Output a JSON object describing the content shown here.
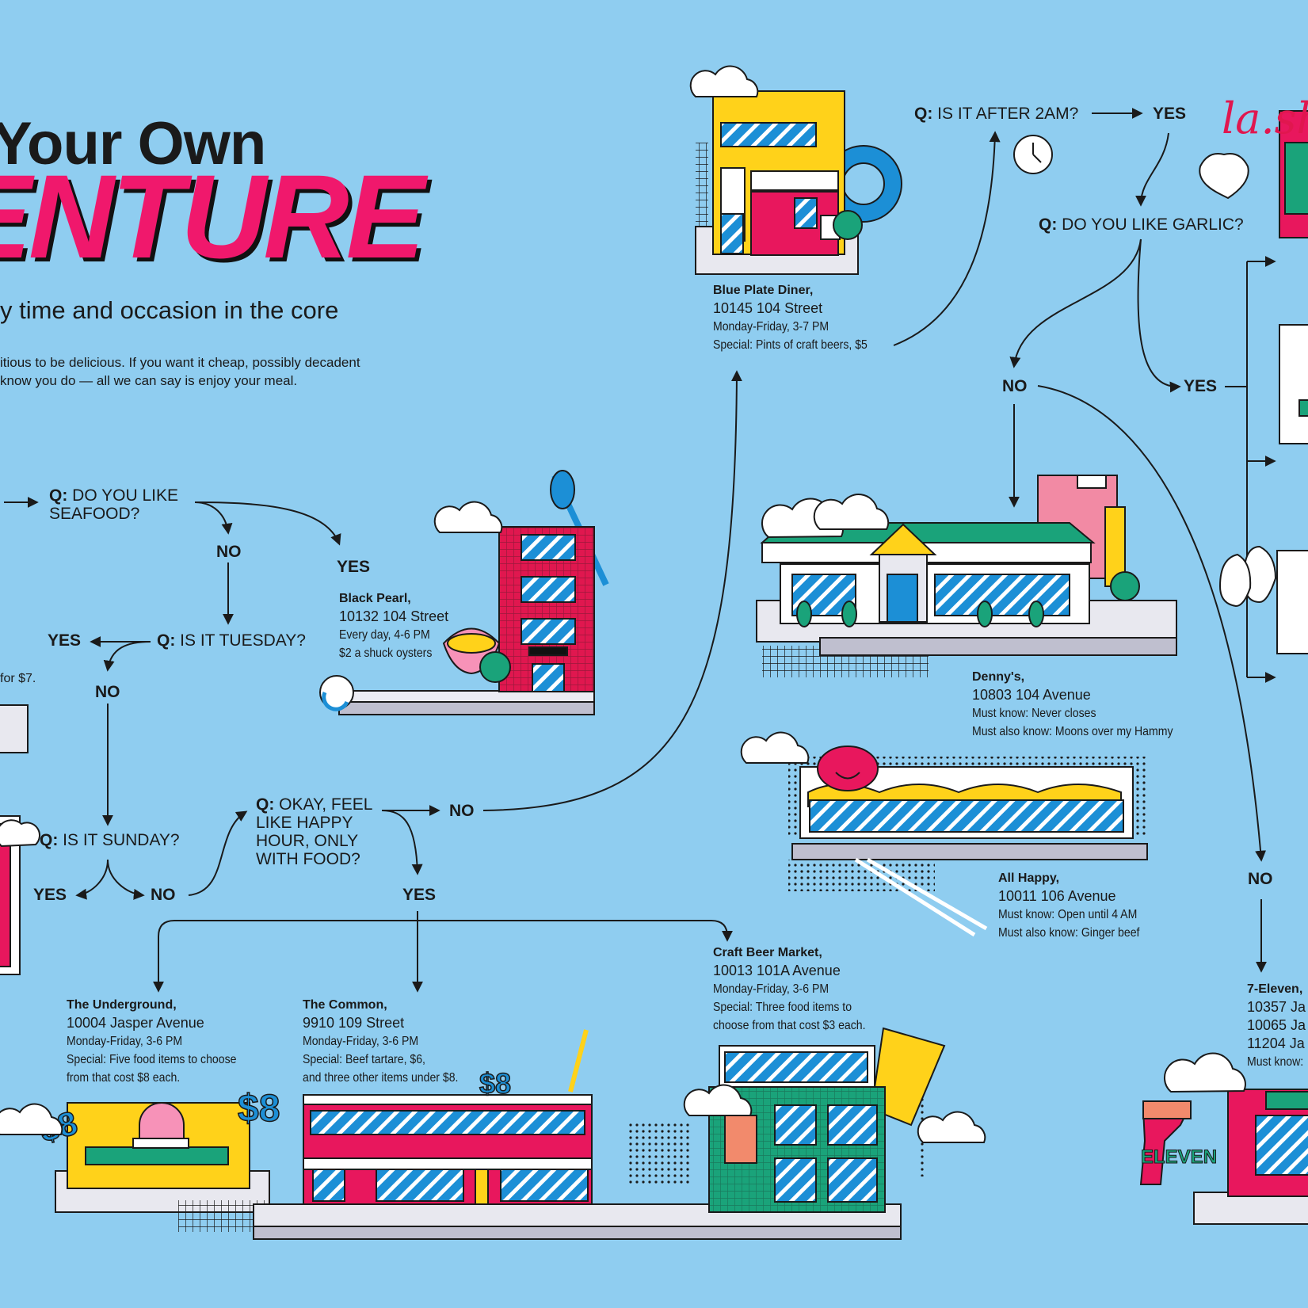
{
  "header": {
    "title_line1": "Your Own",
    "title_line2": "ENTURE",
    "subtitle": "y time and occasion in the core",
    "intro_line1": "itious to be delicious. If you want it cheap, possibly decadent",
    "intro_line2": "know you do — all we can say is enjoy your meal."
  },
  "questions": {
    "seafood": {
      "prefix": "Q:",
      "line1": "DO YOU LIKE",
      "line2": "SEAFOOD?"
    },
    "tuesday": {
      "prefix": "Q:",
      "text": "IS IT TUESDAY?"
    },
    "sunday": {
      "prefix": "Q:",
      "text": "IS IT SUNDAY?"
    },
    "happy_hour": {
      "prefix": "Q:",
      "line1": "OKAY, FEEL",
      "line2": "LIKE HAPPY",
      "line3": "HOUR, ONLY",
      "line4": "WITH FOOD?"
    },
    "after_2am": {
      "prefix": "Q:",
      "text": "IS IT AFTER 2AM?"
    },
    "garlic": {
      "prefix": "Q:",
      "text": "DO YOU LIKE GARLIC?"
    }
  },
  "answers": {
    "seafood_no": "NO",
    "seafood_yes": "YES",
    "tuesday_yes": "YES",
    "tuesday_no": "NO",
    "sunday_yes": "YES",
    "sunday_no": "NO",
    "happy_no": "NO",
    "happy_yes": "YES",
    "after_2am_yes": "YES",
    "garlic_no": "NO",
    "garlic_yes": "YES",
    "denny_no": "NO"
  },
  "partial_left": {
    "price": "for $7."
  },
  "places": {
    "black_pearl": {
      "name": "Black Pearl,",
      "address": "10132 104 Street",
      "line1": "Every day, 4-6 PM",
      "line2": "$2 a shuck oysters"
    },
    "blue_plate": {
      "name": "Blue Plate Diner,",
      "address": "10145 104 Street",
      "line1": "Monday-Friday, 3-7 PM",
      "line2": "Special: Pints of craft beers, $5"
    },
    "dennys": {
      "name": "Denny's,",
      "address": "10803 104 Avenue",
      "line1": "Must know: Never closes",
      "line2": "Must also know: Moons over my Hammy"
    },
    "all_happy": {
      "name": "All Happy,",
      "address": "10011 106 Avenue",
      "line1": "Must know: Open until 4 AM",
      "line2": "Must also know: Ginger beef"
    },
    "underground": {
      "name": "The Underground,",
      "address": "10004 Jasper Avenue",
      "line1": "Monday-Friday, 3-6 PM",
      "line2": "Special: Five food items to choose",
      "line3": "from that cost $8 each."
    },
    "common": {
      "name": "The Common,",
      "address": "9910 109 Street",
      "line1": "Monday-Friday, 3-6 PM",
      "line2": "Special: Beef tartare, $6,",
      "line3": "and three other items under $8."
    },
    "craft_beer": {
      "name": "Craft Beer Market,",
      "address": "10013 101A Avenue",
      "line1": "Monday-Friday, 3-6 PM",
      "line2": "Special: Three food items to",
      "line3": "choose from that cost $3 each."
    },
    "seven_eleven": {
      "name": "7-Eleven,",
      "address1": "10357 Ja",
      "address2": "10065 Ja",
      "address3": "11204 Ja",
      "line1": "Must know:"
    }
  },
  "logos": {
    "la_shish": "la.sh",
    "seven_eleven": "ELEVEN",
    "dollar_sign": "$8"
  },
  "colors": {
    "background": "#8fcdf0",
    "accent": "#f0186c",
    "ink": "#1a1a1a",
    "yellow": "#ffd21a",
    "green": "#1aa37a",
    "brick": "#e0174f"
  }
}
